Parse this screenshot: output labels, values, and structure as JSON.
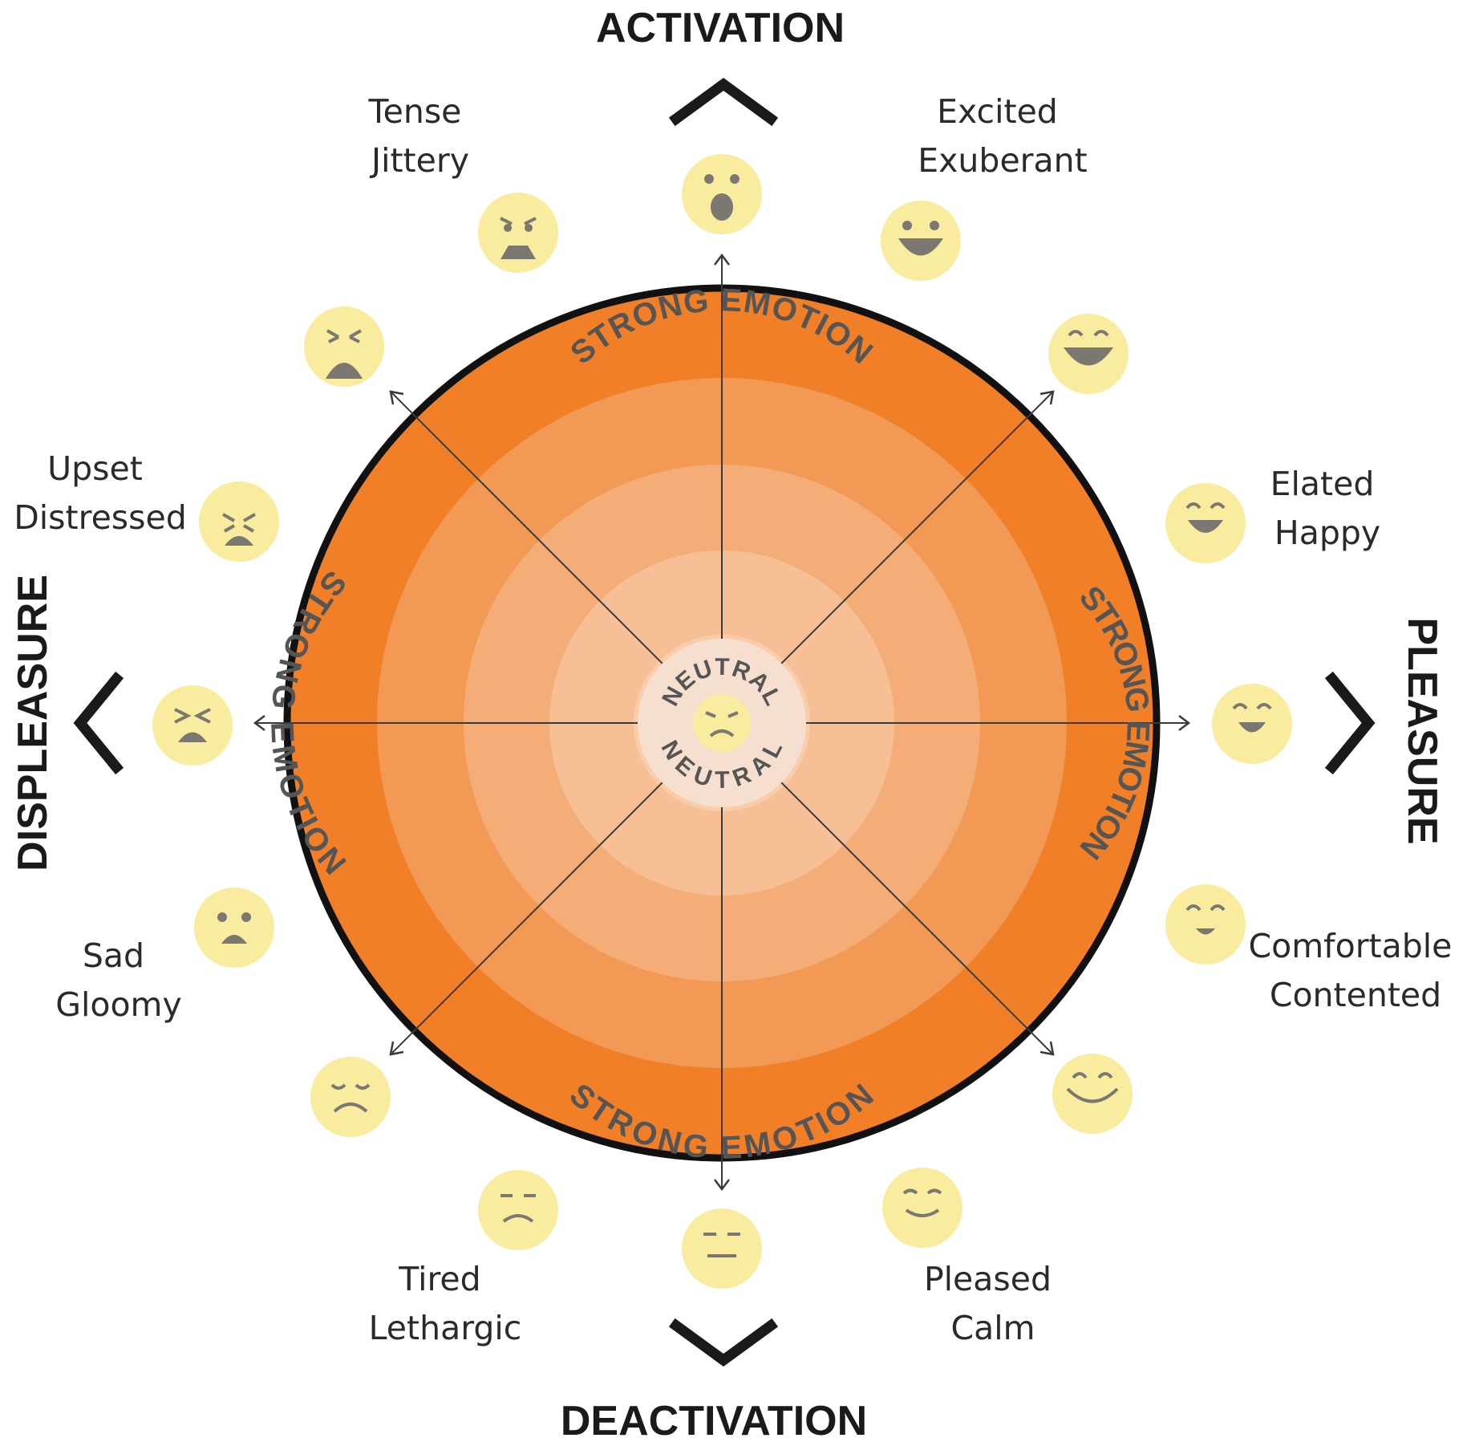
{
  "axes": {
    "top": "ACTIVATION",
    "bottom": "DEACTIVATION",
    "left": "DISPLEASURE",
    "right": "PLEASURE"
  },
  "rings": {
    "outer_label": "STRONG EMOTION",
    "center_label": "NEUTRAL"
  },
  "colors": {
    "ring_outer": "#f07f28",
    "ring_2": "#f29a55",
    "ring_3": "#f4ad77",
    "ring_4": "#f7bf95",
    "ring_5": "#f9ccaa",
    "center": "#f7dfcf",
    "face_fill": "#f9ec9e",
    "face_features": "#7a7870",
    "outline": "#111111",
    "text": "#2a2a2a"
  },
  "emotions": [
    {
      "id": "tense",
      "lines": [
        "Tense",
        "Jittery"
      ],
      "face": "tense-face-icon"
    },
    {
      "id": "excited",
      "lines": [
        "Excited",
        "Exuberant"
      ],
      "face": "excited-face-icon"
    },
    {
      "id": "upset",
      "lines": [
        "Upset",
        "Distressed"
      ],
      "face": "upset-face-icon"
    },
    {
      "id": "elated",
      "lines": [
        "Elated",
        "Happy"
      ],
      "face": "elated-face-icon"
    },
    {
      "id": "sad",
      "lines": [
        "Sad",
        "Gloomy"
      ],
      "face": "sad-face-icon"
    },
    {
      "id": "comfortable",
      "lines": [
        "Comfortable",
        "Contented"
      ],
      "face": "comfortable-face-icon"
    },
    {
      "id": "tired",
      "lines": [
        "Tired",
        "Lethargic"
      ],
      "face": "tired-face-icon"
    },
    {
      "id": "pleased",
      "lines": [
        "Pleased",
        "Calm"
      ],
      "face": "pleased-face-icon"
    }
  ]
}
